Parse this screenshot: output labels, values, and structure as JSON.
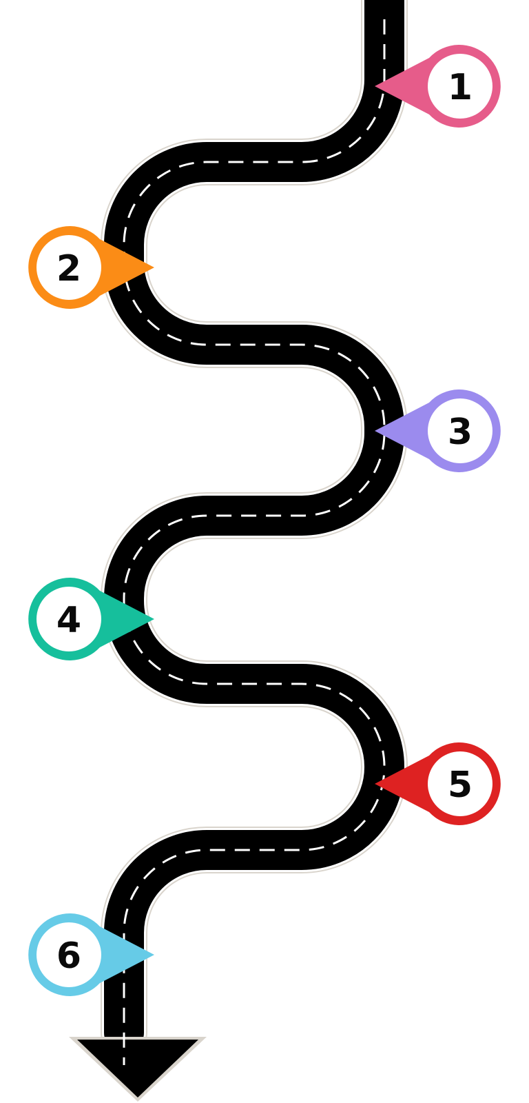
{
  "roadmap": {
    "colors": {
      "road": "#000000",
      "road_outline": "#d9d4cc",
      "lane_dash": "#ffffff",
      "background": "#ffffff"
    },
    "markers": [
      {
        "label": "1",
        "color": "#e65c8a",
        "side": "right"
      },
      {
        "label": "2",
        "color": "#fb8c16",
        "side": "left"
      },
      {
        "label": "3",
        "color": "#9b8bee",
        "side": "right"
      },
      {
        "label": "4",
        "color": "#16bf9c",
        "side": "left"
      },
      {
        "label": "5",
        "color": "#de2222",
        "side": "right"
      },
      {
        "label": "6",
        "color": "#66cbe7",
        "side": "left"
      }
    ],
    "end_icon": "arrow-down-icon"
  }
}
